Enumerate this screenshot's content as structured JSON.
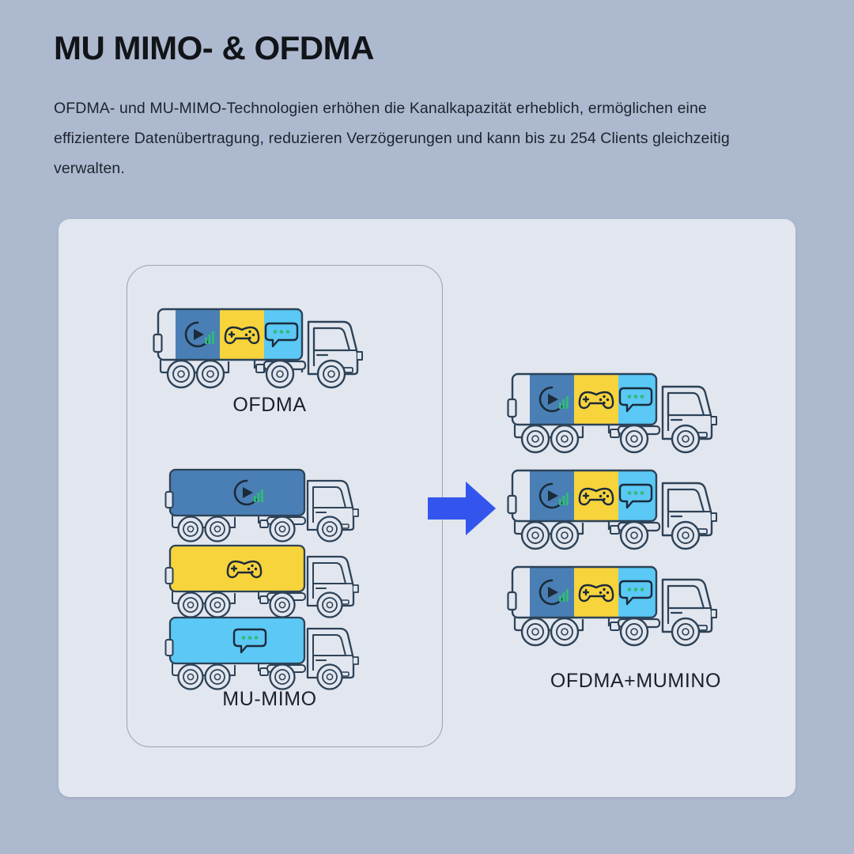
{
  "page": {
    "background_color": "#adb9ce",
    "title": "MU MIMO- & OFDMA",
    "description": "OFDMA- und MU-MIMO-Technologien erhöhen die Kanalkapazität erheblich, ermöglichen eine effizientere Datenübertragung, reduzieren Verzögerungen und kann bis zu 254 Clients gleichzeitig verwalten."
  },
  "diagram": {
    "card_color": "#e2e6ee",
    "arrow": {
      "name": "flow-arrow",
      "color": "#3355ee",
      "direction": "right"
    },
    "colors": {
      "video_segment": "#4a7fb5",
      "game_segment": "#f7d33c",
      "chat_segment": "#5bc8f5",
      "truck_outline": "#2c4258",
      "icon_accent_green": "#2ebd74",
      "icon_outline_dark": "#1b2b3a",
      "panel_border": "#9aa3b2"
    },
    "groups": [
      {
        "name": "ofdma-group",
        "label": "OFDMA",
        "trucks": [
          {
            "name": "ofdma-truck",
            "segments": [
              {
                "name": "video-segment",
                "icon": "play-signal-icon",
                "color": "#4a7fb5"
              },
              {
                "name": "game-segment",
                "icon": "gamepad-icon",
                "color": "#f7d33c"
              },
              {
                "name": "chat-segment",
                "icon": "chat-bubble-icon",
                "color": "#5bc8f5"
              }
            ]
          }
        ]
      },
      {
        "name": "mu-mimo-group",
        "label": "MU-MIMO",
        "trucks": [
          {
            "name": "mu-mimo-truck-video",
            "segments": [
              {
                "name": "video-segment",
                "icon": "play-signal-icon",
                "color": "#4a7fb5"
              }
            ]
          },
          {
            "name": "mu-mimo-truck-game",
            "segments": [
              {
                "name": "game-segment",
                "icon": "gamepad-icon",
                "color": "#f7d33c"
              }
            ]
          },
          {
            "name": "mu-mimo-truck-chat",
            "segments": [
              {
                "name": "chat-segment",
                "icon": "chat-bubble-icon",
                "color": "#5bc8f5"
              }
            ]
          }
        ]
      },
      {
        "name": "ofdma-mumino-group",
        "label": "OFDMA+MUMINO",
        "trucks": [
          {
            "name": "combined-truck-1",
            "segments": [
              {
                "name": "video-segment",
                "icon": "play-signal-icon",
                "color": "#4a7fb5"
              },
              {
                "name": "game-segment",
                "icon": "gamepad-icon",
                "color": "#f7d33c"
              },
              {
                "name": "chat-segment",
                "icon": "chat-bubble-icon",
                "color": "#5bc8f5"
              }
            ]
          },
          {
            "name": "combined-truck-2",
            "segments": [
              {
                "name": "video-segment",
                "icon": "play-signal-icon",
                "color": "#4a7fb5"
              },
              {
                "name": "game-segment",
                "icon": "gamepad-icon",
                "color": "#f7d33c"
              },
              {
                "name": "chat-segment",
                "icon": "chat-bubble-icon",
                "color": "#5bc8f5"
              }
            ]
          },
          {
            "name": "combined-truck-3",
            "segments": [
              {
                "name": "video-segment",
                "icon": "play-signal-icon",
                "color": "#4a7fb5"
              },
              {
                "name": "game-segment",
                "icon": "gamepad-icon",
                "color": "#f7d33c"
              },
              {
                "name": "chat-segment",
                "icon": "chat-bubble-icon",
                "color": "#5bc8f5"
              }
            ]
          }
        ]
      }
    ]
  }
}
